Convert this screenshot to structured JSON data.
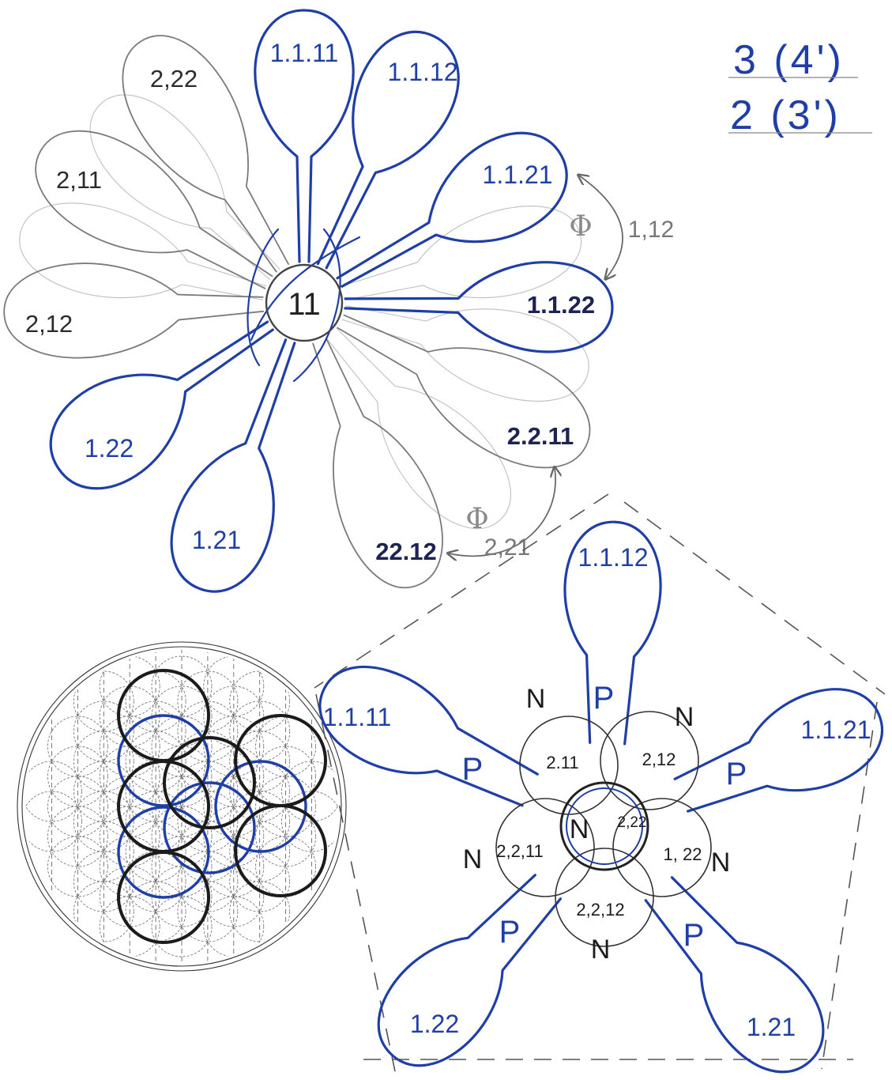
{
  "notes": [
    {
      "text": "3 (4')"
    },
    {
      "text": "2 (3')"
    }
  ],
  "top_diagram": {
    "center_label": "11",
    "blue_petals": [
      "1.1.11",
      "1.1.12",
      "1.1.21",
      "1.1.22",
      "1.22",
      "1.21"
    ],
    "gray_petals": [
      "2,22",
      "2,11",
      "2,12",
      "2.2.11",
      "22.12"
    ],
    "annotations": [
      {
        "symbol": "Φ",
        "value": "1,12"
      },
      {
        "symbol": "Φ",
        "value": "2,21"
      }
    ]
  },
  "bottom_right_diagram": {
    "petals": [
      "1.1.12",
      "1.1.11",
      "1.1.21",
      "1.22",
      "1.21"
    ],
    "petal_mark": "P",
    "circles": [
      "2.11",
      "2,12",
      "2,2,11",
      "1, 22",
      "2,2,12",
      "2,22"
    ],
    "circle_mark": "N"
  },
  "colors": {
    "blue": "#1f3fa6",
    "gray": "#7a7a7a",
    "black": "#1b1b1b"
  }
}
